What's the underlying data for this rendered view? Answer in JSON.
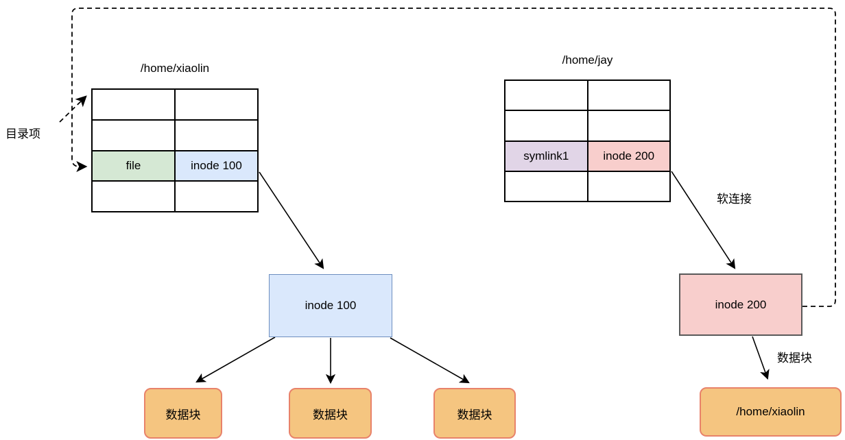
{
  "labels": {
    "directory_entry": "目录项",
    "soft_link": "软连接",
    "data_block": "数据块"
  },
  "left_table": {
    "title": "/home/xiaolin",
    "entry_name": "file",
    "entry_inode": "inode 100"
  },
  "right_table": {
    "title": "/home/jay",
    "entry_name": "symlink1",
    "entry_inode": "inode 200"
  },
  "nodes": {
    "inode100": "inode 100",
    "inode200": "inode 200",
    "data_blocks": [
      "数据块",
      "数据块",
      "数据块"
    ],
    "symlink_target": "/home/xiaolin"
  },
  "colors": {
    "green_fill": "#d5e8d4",
    "blue_fill": "#dae8fc",
    "blue_border": "#6c8ebf",
    "purple_fill": "#e1d5e7",
    "pink_fill": "#f8cecc",
    "dark_border": "#595959",
    "orange_fill": "#f5c580",
    "orange_border": "#e8826a",
    "line_color": "#000000"
  }
}
